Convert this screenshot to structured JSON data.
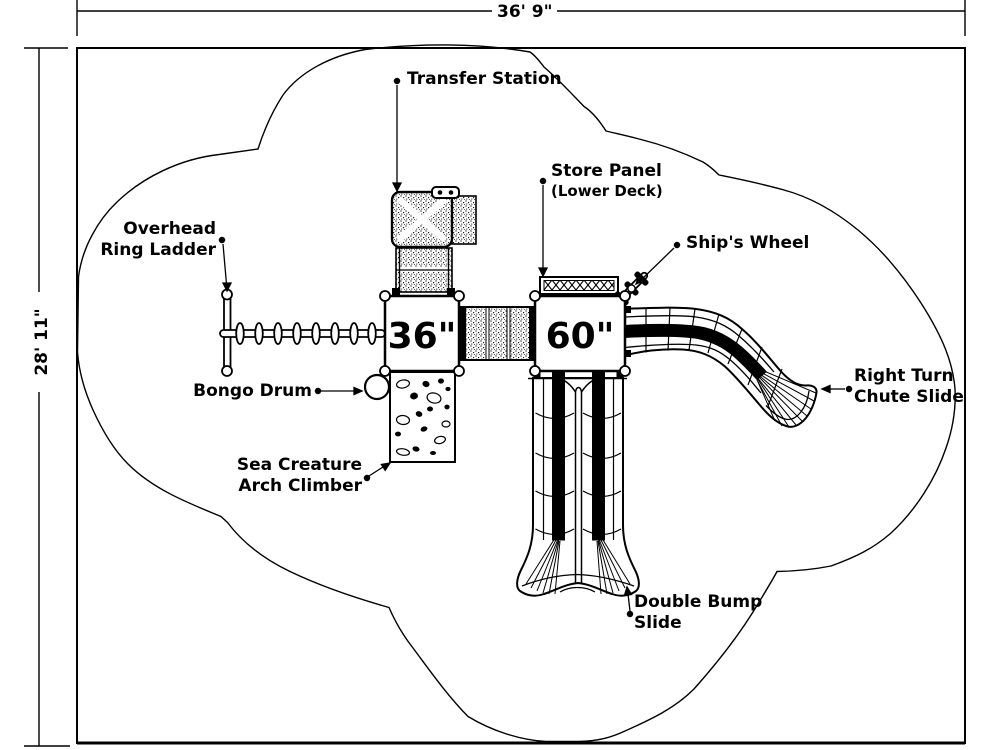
{
  "diagram": {
    "overall_width": "36' 9\"",
    "overall_depth": "28' 11\"",
    "decks": [
      {
        "height_label": "36\""
      },
      {
        "height_label": "60\""
      }
    ],
    "labels": {
      "transfer_station": "Transfer Station",
      "store_panel": [
        "Store Panel",
        "(Lower Deck)"
      ],
      "ships_wheel": "Ship's Wheel",
      "overhead_ring_ladder": [
        "Overhead",
        "Ring Ladder"
      ],
      "bongo_drum": "Bongo Drum",
      "sea_creature_arch_climber": [
        "Sea Creature",
        "Arch Climber"
      ],
      "right_turn_chute_slide": [
        "Right Turn",
        "Chute Slide"
      ],
      "double_bump_slide": [
        "Double Bump",
        "Slide"
      ]
    },
    "colors": {
      "ink": "#000000",
      "paper": "#ffffff"
    }
  }
}
